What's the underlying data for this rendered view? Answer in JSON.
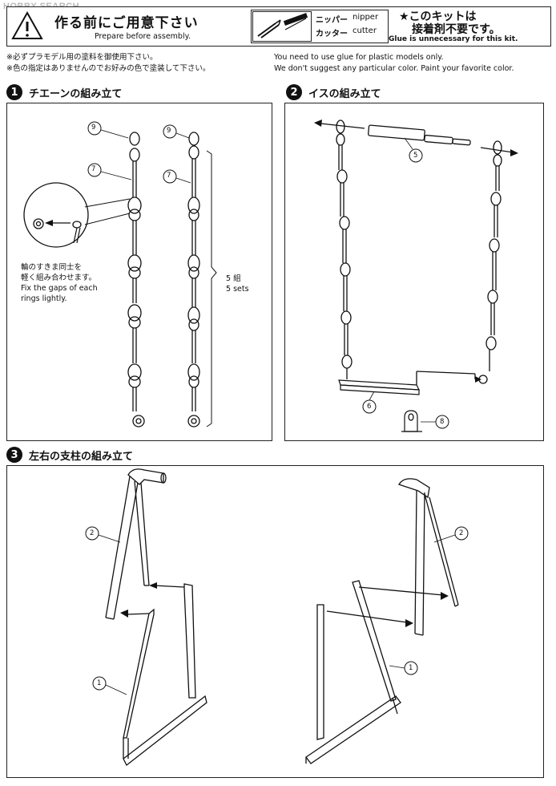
{
  "watermark": {
    "text": "HOBBY SEARCH"
  },
  "header": {
    "title_jp": "作る前にご用意下さい",
    "title_en": "Prepare before assembly.",
    "tool_jp_1": "ニッパー",
    "tool_en_1": "nipper",
    "tool_jp_2": "カッター",
    "tool_en_2": "cutter",
    "note_jp_1": "★このキットは",
    "note_jp_2": "接着剤不要です。",
    "note_en": "Glue is unnecessary for this kit."
  },
  "notes": {
    "jp_1": "※必ずプラモデル用の塗料を御使用下さい。",
    "jp_2": "※色の指定はありませんのでお好みの色で塗装して下さい。",
    "en_1": "You need to use glue for plastic models only.",
    "en_2": "We don't suggest any particular color. Paint your favorite color."
  },
  "steps": [
    {
      "num": "1",
      "title": "チエーンの組み立て"
    },
    {
      "num": "2",
      "title": "イスの組み立て"
    },
    {
      "num": "3",
      "title": "左右の支柱の組み立て"
    }
  ],
  "step1": {
    "detail_jp_1": "輪のすきま同士を",
    "detail_jp_2": "軽く組み合わせます。",
    "detail_en_1": "Fix the gaps of each",
    "detail_en_2": "rings lightly.",
    "sets_jp": "5 組",
    "sets_en": "5 sets",
    "part_a": "9",
    "part_b": "7",
    "part_c": "9",
    "part_d": "7"
  },
  "step2": {
    "part_5": "5",
    "part_6": "6",
    "part_8": "8"
  },
  "step3": {
    "part_2_left": "2",
    "part_1_left": "1",
    "part_2_right": "2",
    "part_1_right": "1"
  }
}
